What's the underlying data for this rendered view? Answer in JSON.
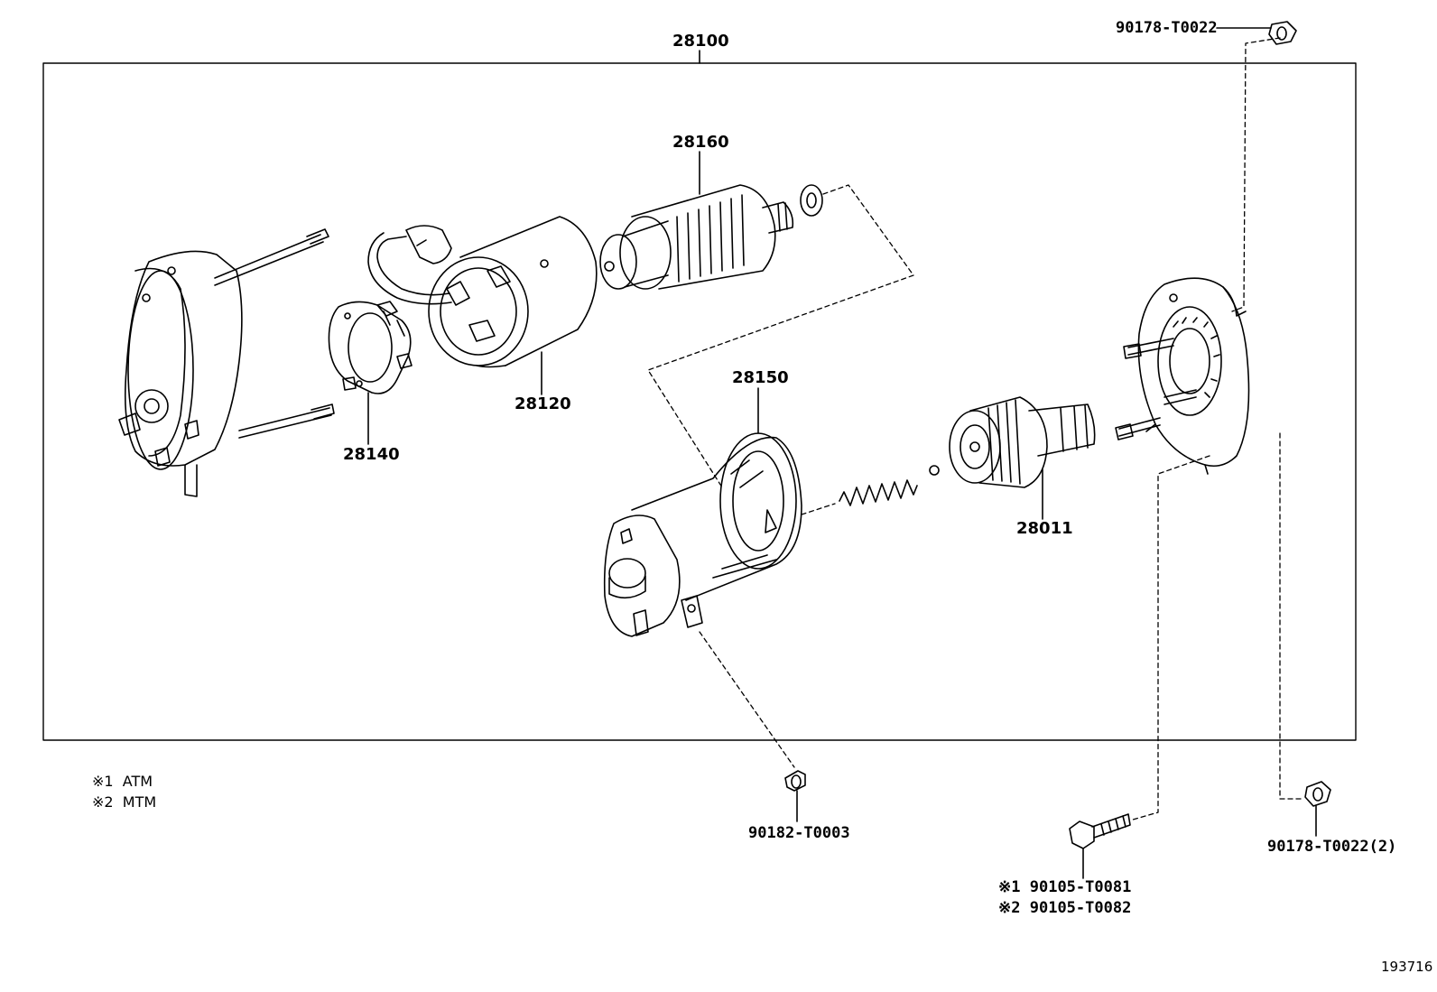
{
  "diagram": {
    "assembly_label": "28100",
    "parts": {
      "armature": "28160",
      "yoke": "28120",
      "brush_holder": "28140",
      "magnetic_switch": "28150",
      "clutch": "28011",
      "nut_top": "90178-T0022",
      "nut_switch": "90182-T0003",
      "nut_bottom": "90178-T0022(2)",
      "bolt_atm": "90105-T0081",
      "bolt_mtm": "90105-T0082"
    },
    "bolt_marks": {
      "atm": "※1",
      "mtm": "※2"
    },
    "legend": [
      {
        "mark": "※1",
        "text": "ATM"
      },
      {
        "mark": "※2",
        "text": "MTM"
      }
    ],
    "image_id": "193716"
  }
}
